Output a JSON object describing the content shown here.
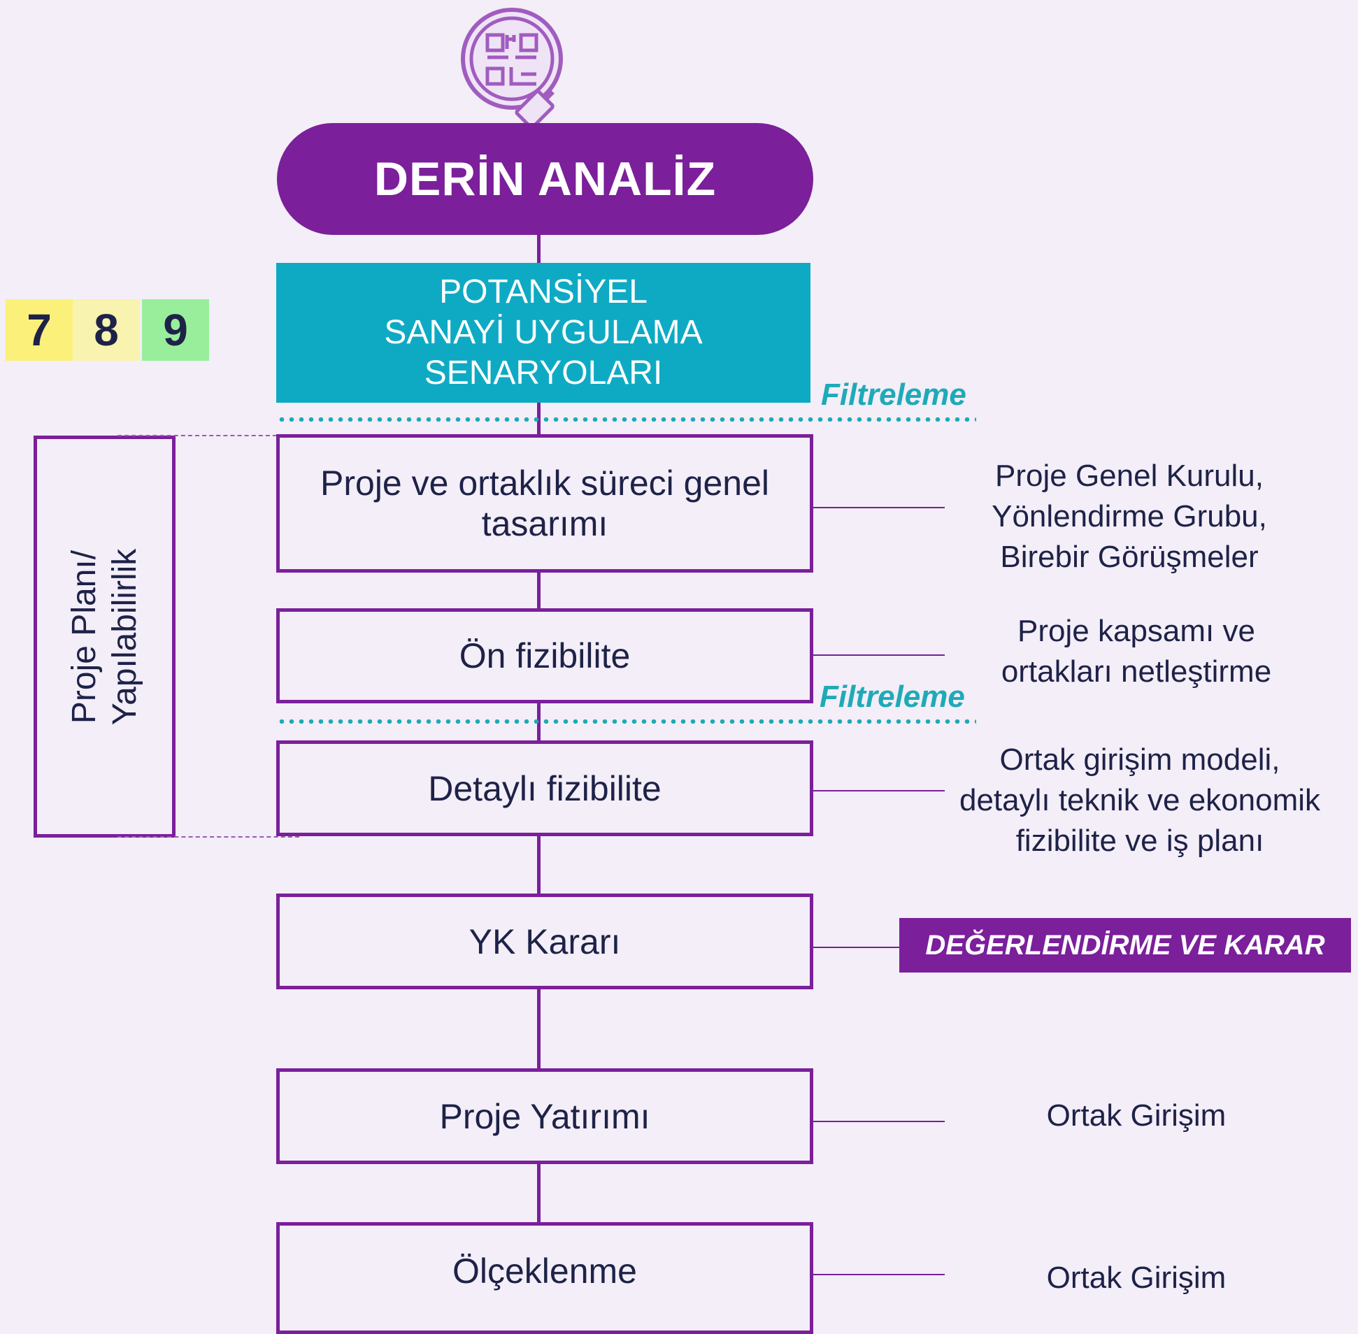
{
  "header": {
    "title": "DERİN ANALİZ",
    "icon": "qr-magnifier-icon"
  },
  "scenarios_box": {
    "lines": [
      "POTANSİYEL",
      "SANAYİ UYGULAMA",
      "SENARYOLARI"
    ]
  },
  "badges": [
    {
      "label": "7",
      "color": "#fbf07a"
    },
    {
      "label": "8",
      "color": "#f8f3ae"
    },
    {
      "label": "9",
      "color": "#99ee9c"
    }
  ],
  "filters": [
    "Filtreleme",
    "Filtreleme"
  ],
  "side_label": {
    "lines": [
      "Proje Planı/",
      "Yapılabilirlik"
    ]
  },
  "steps": [
    {
      "lines": [
        "Proje ve ortaklık süreci genel",
        "tasarımı"
      ]
    },
    {
      "lines": [
        "Ön fizibilite"
      ]
    },
    {
      "lines": [
        "Detaylı fizibilite"
      ]
    },
    {
      "lines": [
        "YK Kararı"
      ]
    },
    {
      "lines": [
        "Proje Yatırımı"
      ]
    },
    {
      "lines": [
        "Ölçeklenme"
      ]
    }
  ],
  "notes": [
    {
      "lines": [
        "Proje Genel Kurulu,",
        "Yönlendirme Grubu,",
        "Birebir Görüşmeler"
      ]
    },
    {
      "lines": [
        "Proje kapsamı ve",
        "ortakları netleştirme"
      ]
    },
    {
      "lines": [
        "Ortak girişim modeli,",
        "detaylı teknik ve ekonomik",
        "fizibilite ve iş planı"
      ]
    },
    {
      "lines": [
        "DEĞERLENDİRME VE KARAR"
      ]
    },
    {
      "lines": [
        "Ortak Girişim"
      ]
    },
    {
      "lines": [
        "Ortak Girişim"
      ]
    }
  ],
  "colors": {
    "purple": "#7b1f9b",
    "teal": "#0eaac4",
    "text": "#1e2248",
    "background": "#f3eef7"
  }
}
